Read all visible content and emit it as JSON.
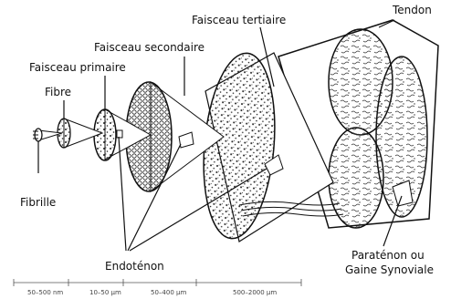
{
  "labels": {
    "tendon": "Tendon",
    "faisceau_tertiaire": "Faisceau tertiaire",
    "faisceau_secondaire": "Faisceau secondaire",
    "faisceau_primaire": "Faisceau primaire",
    "fibre": "Fibre",
    "fibrille": "Fibrille",
    "endotenon": "Endoténon",
    "paratenon_line1": "Paraténon ou",
    "paratenon_line2": "Gaine Synoviale"
  },
  "scale": {
    "fibrille": "50–500 nm",
    "fibre": "10–50 µm",
    "faisceau": "50–400 µm",
    "tendon": "500–2000 µm"
  }
}
